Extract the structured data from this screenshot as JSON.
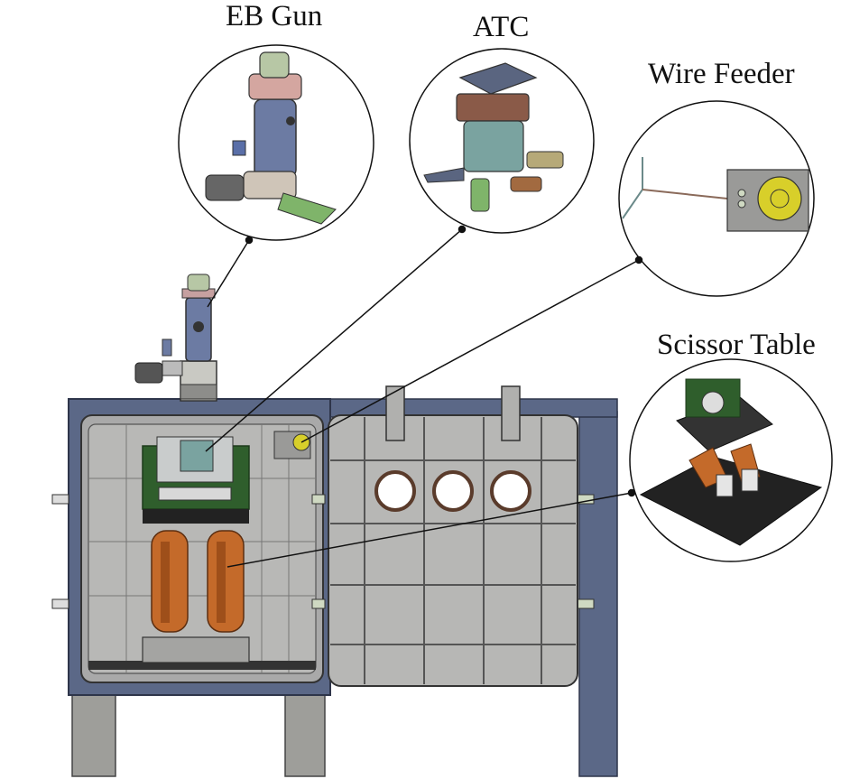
{
  "labels": {
    "eb_gun": "EB Gun",
    "atc": "ATC",
    "wire_feeder": "Wire Feeder",
    "scissor_table": "Scissor Table"
  },
  "colors": {
    "frame_blue": "#5b6887",
    "chamber_gray": "#a8a8a8",
    "panel_gray": "#b9b9b9",
    "copper": "#c46a2a",
    "green": "#2f5e2c",
    "leader_line": "#111111"
  }
}
